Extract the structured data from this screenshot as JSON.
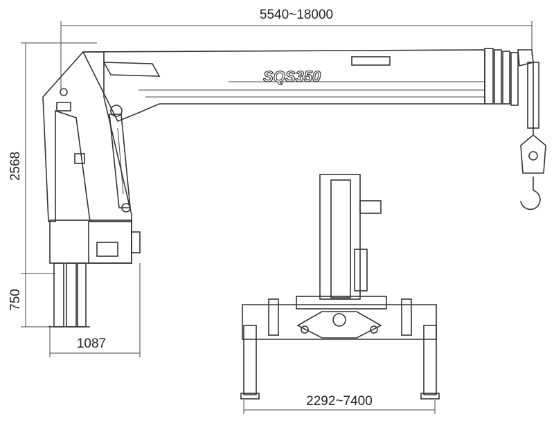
{
  "dimensions": {
    "boom_reach": "5540~18000",
    "height": "2568",
    "base_height": "750",
    "base_width": "1087",
    "outrigger_span": "2292~7400"
  },
  "logo": {
    "text": "SQS350"
  }
}
